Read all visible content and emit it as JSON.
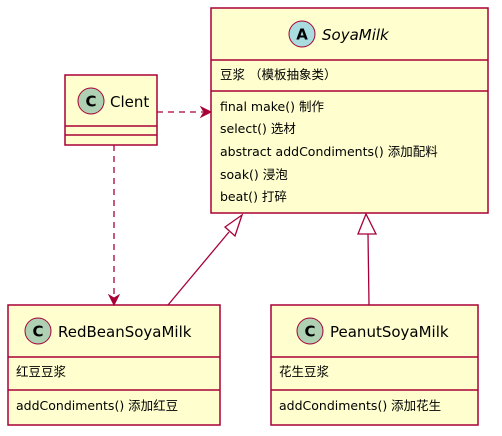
{
  "colors": {
    "box_fill": "#FEFECE",
    "box_border": "#A80036",
    "class_badge": "#ADD1B2",
    "abstract_badge": "#A9DCDF"
  },
  "classes": {
    "soyamilk": {
      "badge": "A",
      "name": "SoyaMilk",
      "attributes": [
        "豆浆 （模板抽象类）"
      ],
      "methods": [
        "final make() 制作",
        "select() 选材",
        "abstract addCondiments() 添加配料",
        "soak() 浸泡",
        "beat() 打碎"
      ]
    },
    "client": {
      "badge": "C",
      "name": "Clent",
      "attributes": [],
      "methods": []
    },
    "redbean": {
      "badge": "C",
      "name": "RedBeanSoyaMilk",
      "attributes": [
        "红豆豆浆"
      ],
      "methods": [
        "addCondiments() 添加红豆"
      ]
    },
    "peanut": {
      "badge": "C",
      "name": "PeanutSoyaMilk",
      "attributes": [
        "花生豆浆"
      ],
      "methods": [
        "addCondiments() 添加花生"
      ]
    }
  }
}
